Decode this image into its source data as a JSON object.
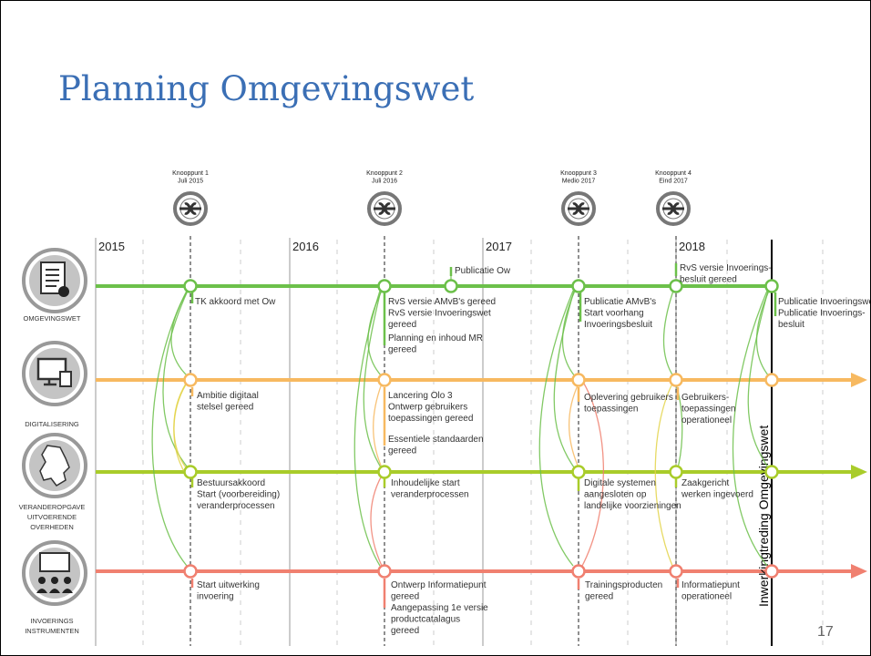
{
  "slide": {
    "title": "Planning Omgevingswet",
    "page_number": "17"
  },
  "years": [
    "2015",
    "2016",
    "2017",
    "2018"
  ],
  "milestones": [
    {
      "line1": "Knooppunt 1",
      "line2": "Juli 2015"
    },
    {
      "line1": "Knooppunt 2",
      "line2": "Juli 2016"
    },
    {
      "line1": "Knooppunt 3",
      "line2": "Medio 2017"
    },
    {
      "line1": "Knooppunt 4",
      "line2": "Eind 2017"
    }
  ],
  "tracks": [
    {
      "key": "omgevingswet",
      "label_lines": [
        "OMGEVINGSWET"
      ],
      "color": "#6cc04a"
    },
    {
      "key": "digitalisering",
      "label_lines": [
        "DIGITALISERING"
      ],
      "color": "#f7b960"
    },
    {
      "key": "veranderopgave",
      "label_lines": [
        "VERANDEROPGAVE",
        "UITVOERENDE",
        "OVERHEDEN"
      ],
      "color": "#a9cc2a"
    },
    {
      "key": "invoeringsinstrumenten",
      "label_lines": [
        "INVOERINGS",
        "INSTRUMENTEN"
      ],
      "color": "#f08070"
    }
  ],
  "inwerkingtreding": "Inwerkingtreding Omgevingswet",
  "annotations": {
    "publicatie_ow": [
      "Publicatie Ow"
    ],
    "rvs_invoeringsbesluit": [
      "RvS versie Invoerings-",
      "besluit gereed"
    ],
    "tk_akkoord": [
      "TK akkoord met Ow"
    ],
    "rvs_amvb": [
      "RvS versie AMvB's gereed",
      "RvS versie Invoeringswet",
      "gereed"
    ],
    "planning_mr": [
      "Planning en inhoud MR",
      "gereed"
    ],
    "publicatie_amvb": [
      "Publicatie AMvB's",
      "Start voorhang",
      "Invoeringsbesluit"
    ],
    "publicatie_invoeringswet": [
      "Publicatie Invoeringswet",
      "Publicatie Invoerings-",
      "besluit"
    ],
    "ambitie": [
      "Ambitie digitaal",
      "stelsel gereed"
    ],
    "lancering": [
      "Lancering Olo 3",
      "Ontwerp gebruikers",
      "toepassingen gereed"
    ],
    "essentiele": [
      "Essentiele  standaarden",
      "gereed"
    ],
    "oplevering": [
      "Oplevering gebruikers",
      "toepassingen"
    ],
    "gebruikers": [
      "Gebruikers-",
      "toepassingen",
      "operationeel"
    ],
    "bestuursakkoord": [
      "Bestuursakkoord",
      "Start (voorbereiding)",
      "veranderprocessen"
    ],
    "inhoudelijke": [
      "Inhoudelijke start",
      "veranderprocessen"
    ],
    "digitale": [
      "Digitale systemen",
      "aangesloten op",
      "landelijke voorzieningen"
    ],
    "zaakgericht": [
      "Zaakgericht",
      "werken ingevoerd"
    ],
    "start_uitwerking": [
      "Start uitwerking",
      "invoering"
    ],
    "ontwerp_ip": [
      "Ontwerp Informatiepunt",
      "gereed"
    ],
    "aanpassing": [
      "Aangepassing 1e versie",
      "productcatalagus",
      "gereed"
    ],
    "trainingsproducten": [
      "Trainingsproducten",
      "gereed"
    ],
    "informatiepunt": [
      "Informatiepunt",
      "operationeel"
    ]
  }
}
